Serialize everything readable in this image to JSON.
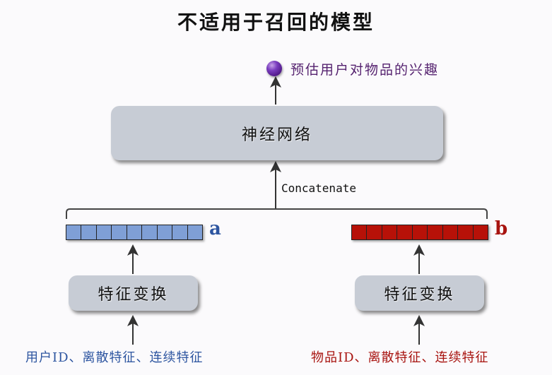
{
  "title": "不适用于召回的模型",
  "output": {
    "icon": "purple-sphere",
    "label": "预估用户对物品的兴趣"
  },
  "neural_network": {
    "label": "神经网络"
  },
  "concat": {
    "label": "Concatenate"
  },
  "vectors": {
    "a": {
      "label": "a",
      "cells": 9,
      "color": "#7f9fd6"
    },
    "b": {
      "label": "b",
      "cells": 9,
      "color": "#b71108"
    }
  },
  "feature_transform": {
    "left_label": "特征变换",
    "right_label": "特征变换"
  },
  "inputs": {
    "user": "用户ID、离散特征、连续特征",
    "item": "物品ID、离散特征、连续特征"
  },
  "colors": {
    "user_text": "#2d55a0",
    "item_text": "#a81410",
    "output_text": "#55226f",
    "box_fill": "#c7ccd5"
  }
}
